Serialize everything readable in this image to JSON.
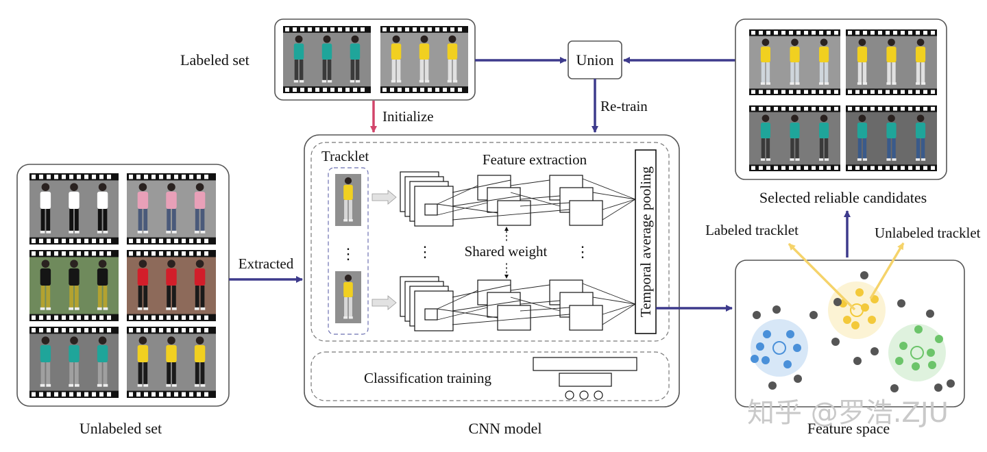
{
  "labels": {
    "labeled_set": "Labeled set",
    "union": "Union",
    "initialize": "Initialize",
    "retrain": "Re-train",
    "tracklet": "Tracklet",
    "feature_extraction": "Feature extraction",
    "shared_weight": "Shared weight",
    "temporal_pooling": "Temporal average pooling",
    "classification_training": "Classification training",
    "extracted": "Extracted",
    "unlabeled_set": "Unlabeled set",
    "cnn_model": "CNN model",
    "selected_candidates": "Selected reliable candidates",
    "labeled_tracklet": "Labeled tracklet",
    "unlabeled_tracklet": "Unlabeled tracklet",
    "feature_space": "Feature space",
    "watermark": "知乎 @罗浩.ZJU"
  },
  "colors": {
    "arrow_purple": "#3d3a8c",
    "arrow_red": "#d2456a",
    "arrow_yellow": "#f5d36a",
    "cluster_blue": "#4a90d9",
    "cluster_yellow": "#f3c93a",
    "cluster_green": "#6cc46a",
    "dot_gray": "#555555"
  },
  "icons": {
    "film_strip": "film-strip-icon",
    "pedestrian": "pedestrian-icon"
  },
  "unlabeled_set_strips": [
    {
      "shirt": "#ffffff",
      "pants": "#111111",
      "bg": "#8a8a8a"
    },
    {
      "shirt": "#e8a0b8",
      "pants": "#4a5a7a",
      "bg": "#9a9a9a"
    },
    {
      "shirt": "#151515",
      "pants": "#b3a230",
      "bg": "#6f8a5c"
    },
    {
      "shirt": "#d21e2a",
      "pants": "#1a1a1a",
      "bg": "#8d6a5a"
    },
    {
      "shirt": "#1fa59a",
      "pants": "#a0a0a0",
      "bg": "#7a7a7a"
    },
    {
      "shirt": "#f1d020",
      "pants": "#1a1a1a",
      "bg": "#8a8a8a"
    }
  ],
  "labeled_set_strips": [
    {
      "shirt": "#1fa59a",
      "pants": "#3a3a3a",
      "bg": "#8a8a8a"
    },
    {
      "shirt": "#f1d020",
      "pants": "#e0e0e0",
      "bg": "#9a9a9a"
    }
  ],
  "candidate_strips": [
    {
      "shirt": "#f1d020",
      "pants": "#cfd6dc",
      "bg": "#9a9a9a"
    },
    {
      "shirt": "#f1d020",
      "pants": "#e0e0e0",
      "bg": "#8a8a8a"
    },
    {
      "shirt": "#1fa59a",
      "pants": "#3a3a3a",
      "bg": "#7a7a7a"
    },
    {
      "shirt": "#1fa59a",
      "pants": "#3a5a8a",
      "bg": "#6a6a6a"
    }
  ]
}
